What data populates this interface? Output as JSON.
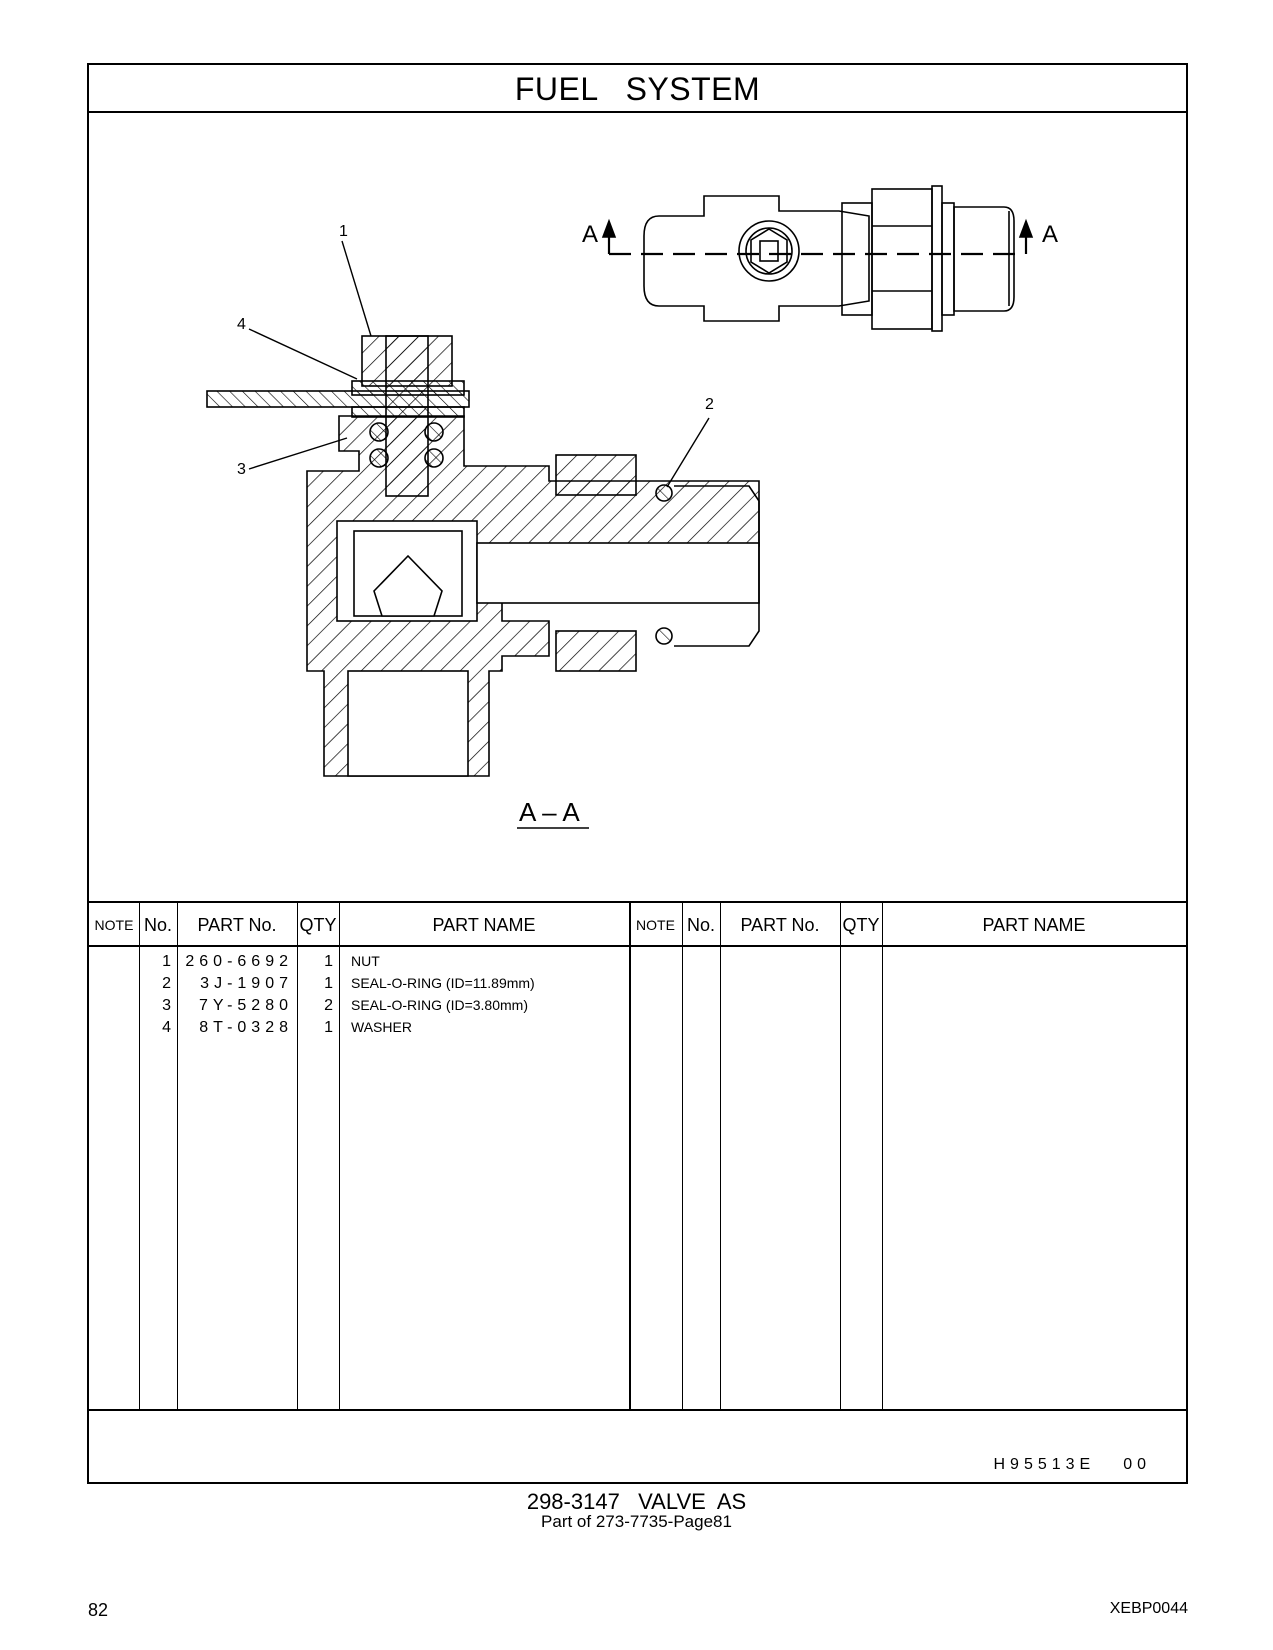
{
  "header": {
    "title": "FUEL   SYSTEM"
  },
  "drawing": {
    "callouts": [
      "1",
      "2",
      "3",
      "4"
    ],
    "section_marker": "A",
    "section_label": "A – A"
  },
  "table": {
    "headers": {
      "note": "NOTE",
      "no": "No.",
      "part_no": "PART No.",
      "qty": "QTY",
      "part_name": "PART NAME"
    },
    "rows": [
      {
        "no": "1",
        "part_no": "260-6692",
        "qty": "1",
        "part_name": "NUT"
      },
      {
        "no": "2",
        "part_no": "3J-1907",
        "qty": "1",
        "part_name": "SEAL-O-RING (ID=11.89mm)"
      },
      {
        "no": "3",
        "part_no": "7Y-5280",
        "qty": "2",
        "part_name": "SEAL-O-RING (ID=3.80mm)"
      },
      {
        "no": "4",
        "part_no": "8T-0328",
        "qty": "1",
        "part_name": "WASHER"
      }
    ]
  },
  "illustration": {
    "code": "H95513E",
    "rev": "00"
  },
  "footer": {
    "assembly": "298-3147   VALVE  AS",
    "part_of": "Part of 273-7735-Page81",
    "page_number": "82",
    "doc_id": "XEBP0044"
  }
}
